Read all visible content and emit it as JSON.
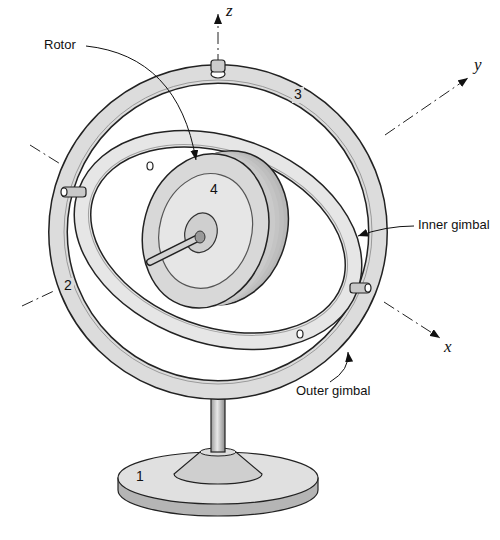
{
  "diagram": {
    "labels": [
      "z",
      "Rotor",
      "y",
      "3",
      "4",
      "Inner gimbal",
      "2",
      "x",
      "Outer gimbal",
      "1"
    ]
  }
}
